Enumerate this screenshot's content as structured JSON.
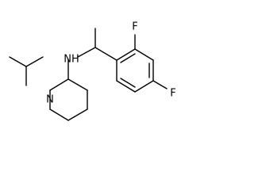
{
  "molecule": {
    "atoms": {
      "fluorine_top": "F",
      "fluorine_bottom": "F",
      "nitrogen_amine": "NH",
      "nitrogen_ring": "N"
    },
    "colors": {
      "bond": "#000000",
      "label": "#000000",
      "background": "#ffffff"
    }
  }
}
